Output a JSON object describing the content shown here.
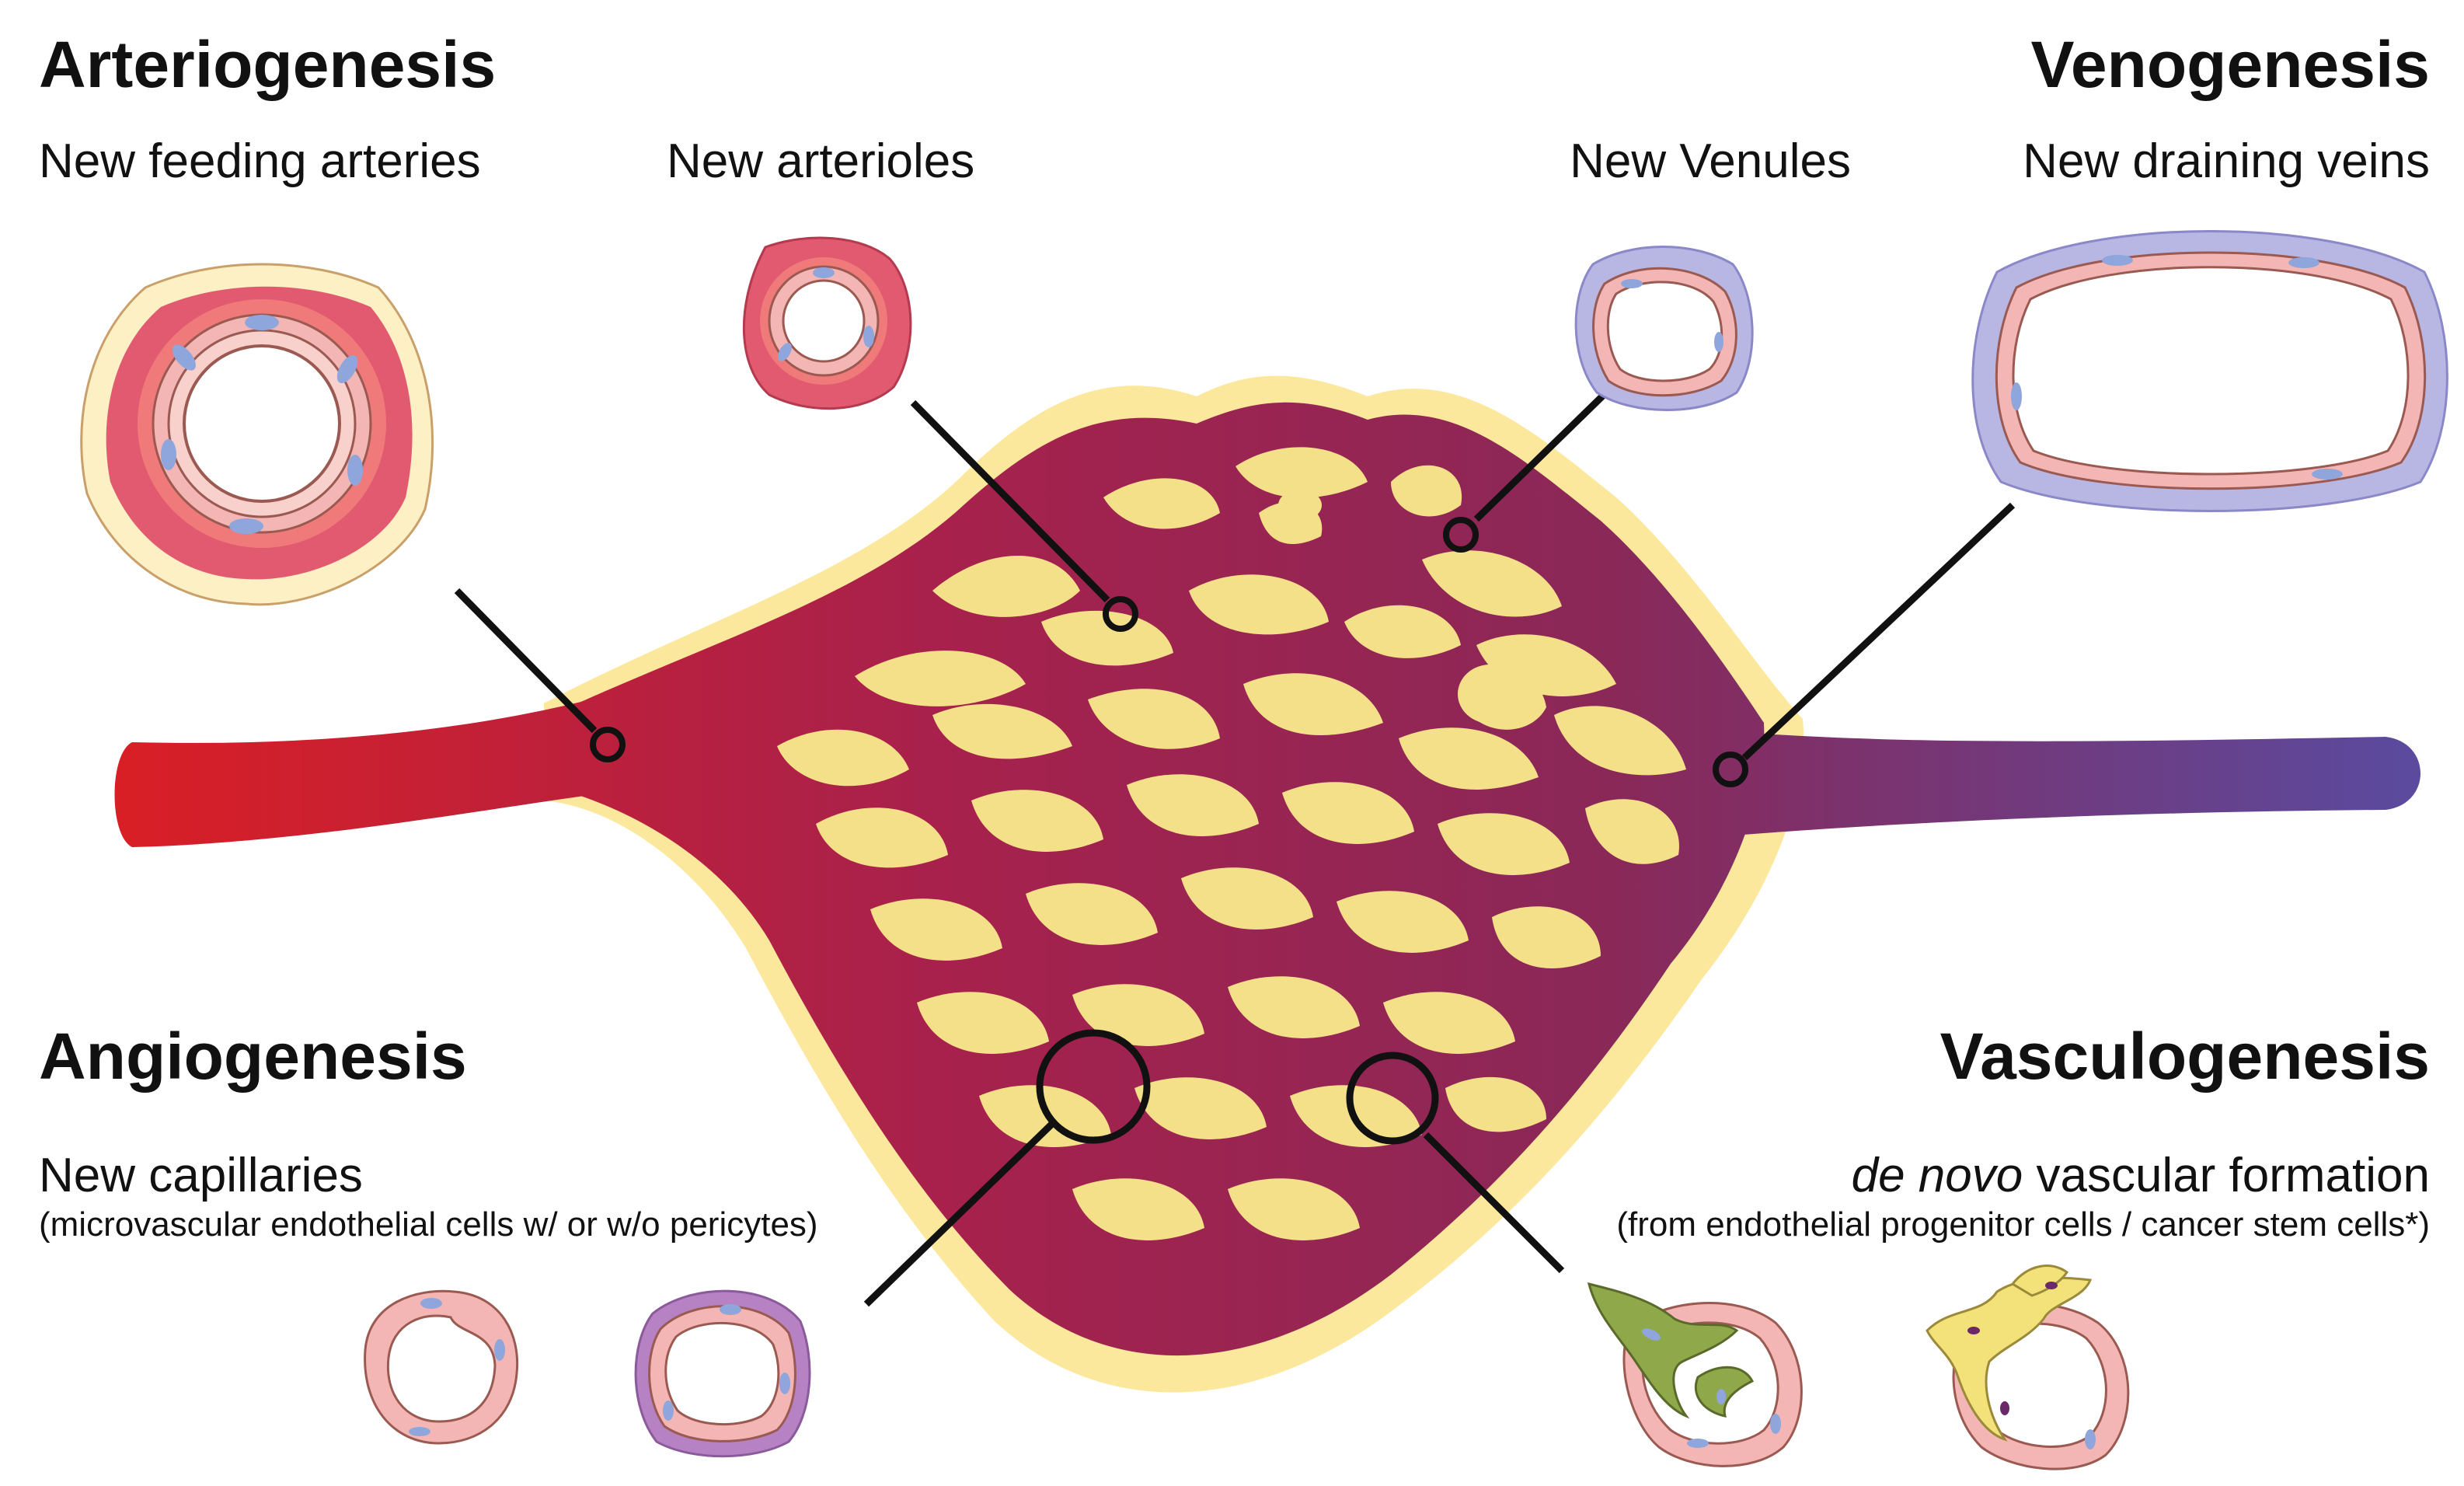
{
  "sections": {
    "arteriogenesis": {
      "title": "Arteriogenesis",
      "subtitle": "New feeding arteries"
    },
    "arterioles": {
      "subtitle": "New arterioles"
    },
    "venules": {
      "subtitle": "New Venules"
    },
    "venogenesis": {
      "title": "Venogenesis",
      "subtitle": "New draining veins"
    },
    "angiogenesis": {
      "title": "Angiogenesis",
      "subtitle": "New capillaries",
      "note": "(microvascular endothelial cells w/ or w/o pericytes)"
    },
    "vasculogenesis": {
      "title": "Vasculogenesis",
      "subtitle_italic": "de novo",
      "subtitle_rest": " vascular formation",
      "note": "(from endothelial progenitor cells / cancer stem cells*)"
    }
  },
  "colors": {
    "arterial_red": "#d81f26",
    "capillary_crimson": "#a3214e",
    "venous_purple": "#5b4a9e",
    "tissue_yellow": "#fbe89c",
    "vessel_pink": "#f4b6b4",
    "endothelial_nucleus": "#8ea6dc",
    "progenitor_green": "#8fa84a"
  }
}
